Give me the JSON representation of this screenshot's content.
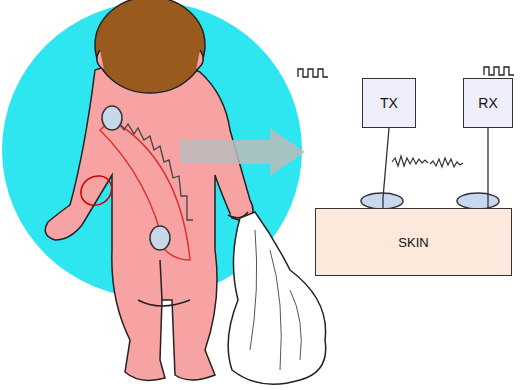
{
  "diagram": {
    "nodes": [
      {
        "text": [
          "TX"
        ]
      },
      {
        "text": [
          "RX"
        ]
      },
      {
        "text": [
          "SKIN"
        ]
      }
    ],
    "edges": [
      {
        "from": 0,
        "to": 2,
        "arrow": "none"
      },
      {
        "from": 1,
        "to": 2,
        "arrow": "none"
      }
    ]
  }
}
